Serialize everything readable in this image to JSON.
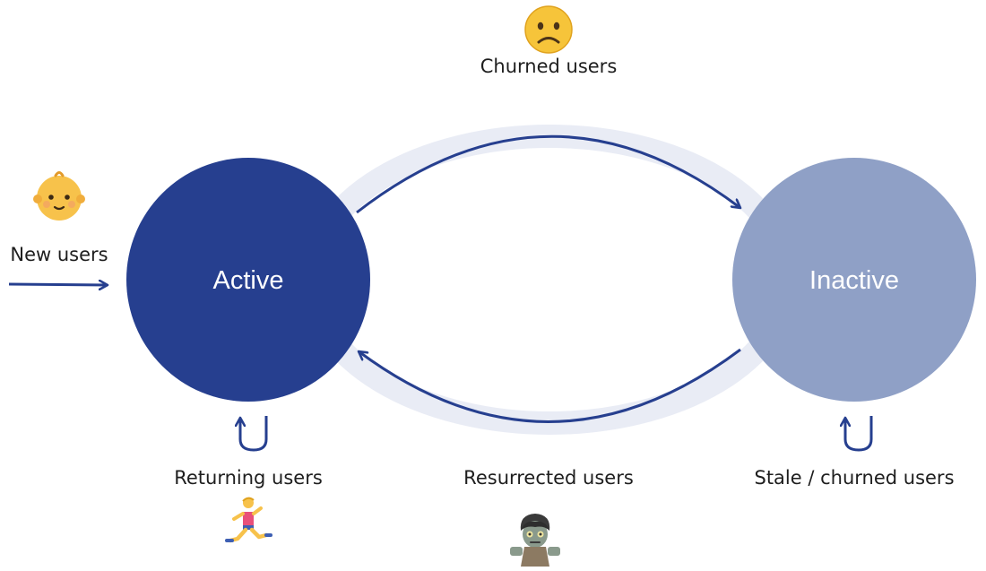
{
  "nodes": {
    "active": {
      "label": "Active",
      "color": "#263f8f"
    },
    "inactive": {
      "label": "Inactive",
      "color": "#8fa0c6"
    }
  },
  "labels": {
    "churned": "Churned users",
    "new": "New users",
    "returning": "Returning users",
    "resurrected": "Resurrected users",
    "stale": "Stale / churned users"
  },
  "icons": {
    "churned": "sad-face-icon",
    "new": "baby-face-icon",
    "returning": "running-person-icon",
    "resurrected": "zombie-icon"
  },
  "colors": {
    "arrow": "#263f8f",
    "ring": "#e9ecf5"
  }
}
